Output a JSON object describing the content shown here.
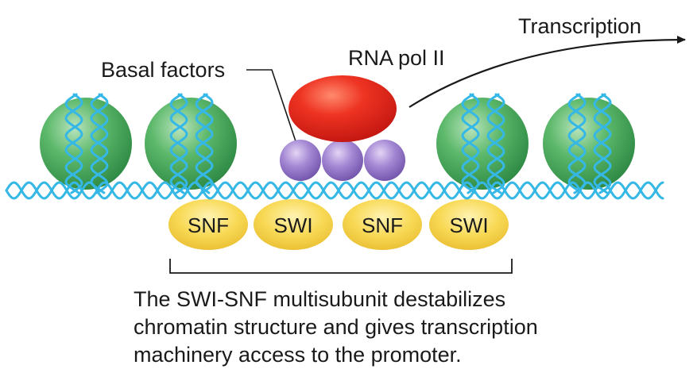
{
  "labels": {
    "transcription": "Transcription",
    "rna_pol_ii": "RNA pol II",
    "basal_factors": "Basal factors"
  },
  "complex": {
    "subunits": [
      "SNF",
      "SWI",
      "SNF",
      "SWI"
    ]
  },
  "caption": {
    "lines": [
      "The SWI-SNF multisubunit destabilizes",
      "chromatin structure and gives transcription",
      "machinery access to the promoter."
    ]
  },
  "colors": {
    "dna": "#35b8e6",
    "nucleosome": "#4caa5c",
    "rna_pol_ii": "#e3231d",
    "basal_factor": "#9472c4",
    "swi_snf": "#f5d04a",
    "text": "#1a1a1a",
    "lines": "#1a1a1a"
  }
}
